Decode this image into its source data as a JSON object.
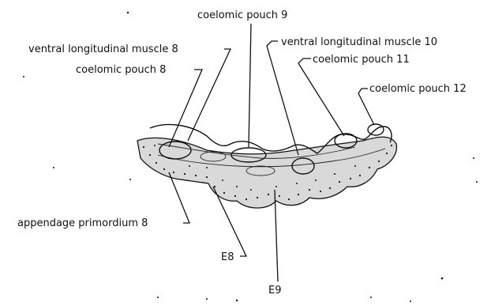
{
  "figure": {
    "labels": {
      "coelomic_pouch_9": "coelomic pouch 9",
      "ventral_longitudinal_muscle_8": "ventral longitudinal muscle 8",
      "ventral_longitudinal_muscle_10": "ventral longitudinal muscle 10",
      "coelomic_pouch_8": "coelomic pouch 8",
      "coelomic_pouch_11": "coelomic pouch 11",
      "coelomic_pouch_12": "coelomic pouch 12",
      "appendage_primordium_8": "appendage primordium 8",
      "e8": "E8",
      "e9": "E9"
    }
  }
}
